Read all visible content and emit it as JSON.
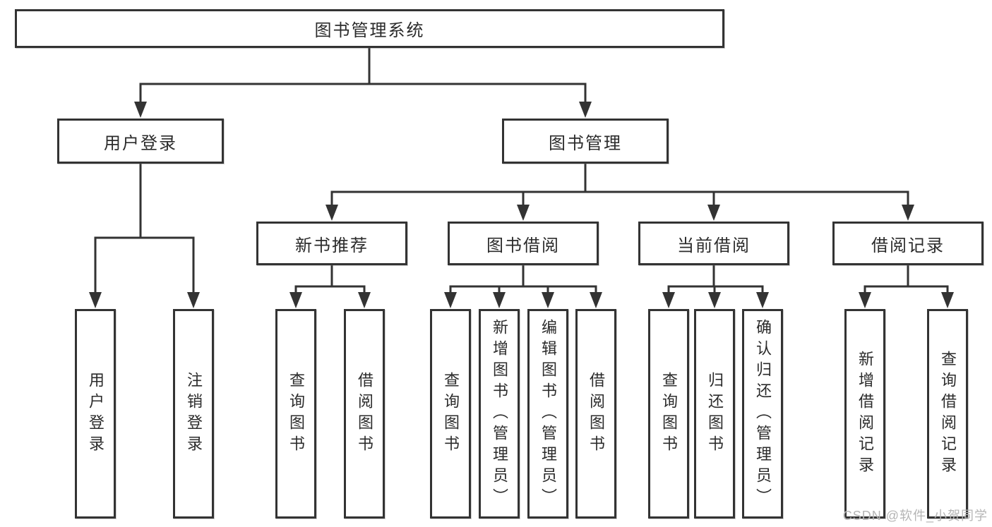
{
  "tree": {
    "root": {
      "label": "图书管理系统"
    },
    "branches": [
      {
        "label": "用户登录",
        "children": [
          {
            "label": "用户登录"
          },
          {
            "label": "注销登录"
          }
        ]
      },
      {
        "label": "图书管理",
        "children": [
          {
            "label": "新书推荐",
            "children": [
              {
                "label": "查询图书"
              },
              {
                "label": "借阅图书"
              }
            ]
          },
          {
            "label": "图书借阅",
            "children": [
              {
                "label": "查询图书"
              },
              {
                "label": "新增图书（管理员）"
              },
              {
                "label": "编辑图书（管理员）"
              },
              {
                "label": "借阅图书"
              }
            ]
          },
          {
            "label": "当前借阅",
            "children": [
              {
                "label": "查询图书"
              },
              {
                "label": "归还图书"
              },
              {
                "label": "确认归还（管理员）"
              }
            ]
          },
          {
            "label": "借阅记录",
            "children": [
              {
                "label": "新增借阅记录"
              },
              {
                "label": "查询借阅记录"
              }
            ]
          }
        ]
      }
    ]
  },
  "watermark": {
    "text": "CSDN @软件_小贺同学"
  },
  "colors": {
    "line": "#333333",
    "box_border": "#333333",
    "text": "#2b2b2b",
    "watermark": "#b5b5b5",
    "background": "#ffffff"
  }
}
